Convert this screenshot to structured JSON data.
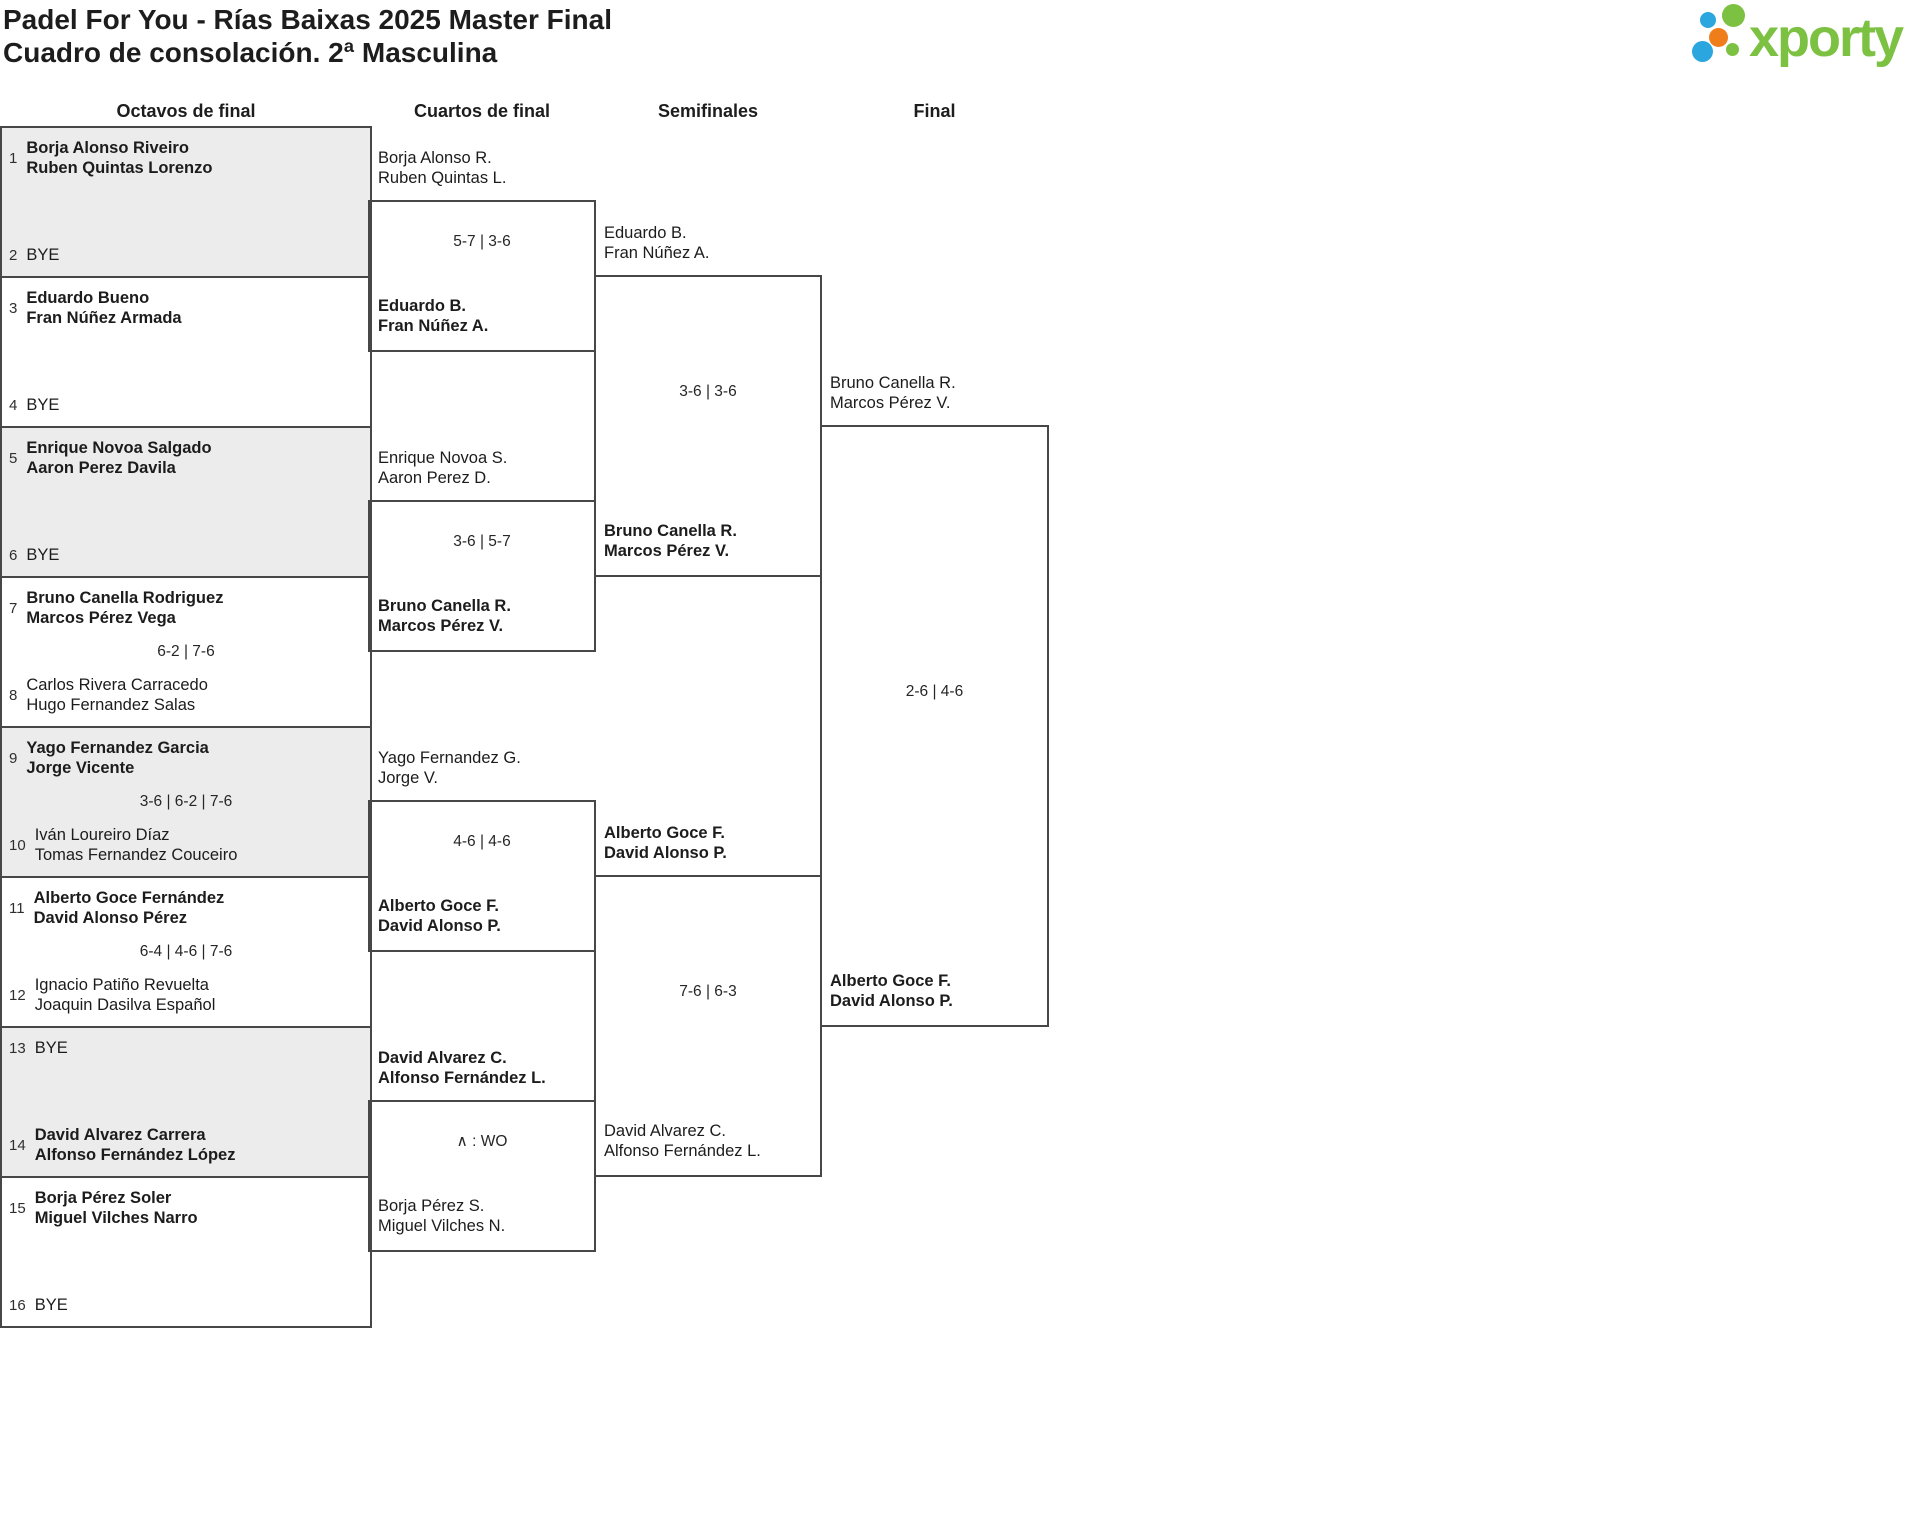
{
  "header": {
    "title": "Padel For You - Rías Baixas 2025 Master Final",
    "subtitle": "Cuadro de consolación. 2ª Masculina",
    "logo_text": "xporty"
  },
  "columns": [
    "Octavos de final",
    "Cuartos de final",
    "Semifinales",
    "Final"
  ],
  "colors": {
    "logo_green": "#7cc142",
    "logo_blue": "#2ba6de",
    "logo_orange": "#ef7d1a",
    "match_shade": "#ececec",
    "line": "#474747"
  },
  "bracket": {
    "r16": [
      {
        "score": "",
        "slots": [
          {
            "seed": "1",
            "players": [
              "Borja Alonso Riveiro",
              "Ruben Quintas Lorenzo"
            ],
            "winner": true
          },
          {
            "seed": "2",
            "players": [
              "BYE"
            ],
            "winner": false
          }
        ]
      },
      {
        "score": "",
        "slots": [
          {
            "seed": "3",
            "players": [
              "Eduardo Bueno",
              "Fran Núñez Armada"
            ],
            "winner": true
          },
          {
            "seed": "4",
            "players": [
              "BYE"
            ],
            "winner": false
          }
        ]
      },
      {
        "score": "",
        "slots": [
          {
            "seed": "5",
            "players": [
              "Enrique Novoa Salgado",
              "Aaron Perez Davila"
            ],
            "winner": true
          },
          {
            "seed": "6",
            "players": [
              "BYE"
            ],
            "winner": false
          }
        ]
      },
      {
        "score": "6-2 | 7-6",
        "slots": [
          {
            "seed": "7",
            "players": [
              "Bruno Canella Rodriguez",
              "Marcos Pérez Vega"
            ],
            "winner": true
          },
          {
            "seed": "8",
            "players": [
              "Carlos Rivera Carracedo",
              "Hugo Fernandez Salas"
            ],
            "winner": false
          }
        ]
      },
      {
        "score": "3-6 | 6-2 | 7-6",
        "slots": [
          {
            "seed": "9",
            "players": [
              "Yago Fernandez Garcia",
              "Jorge Vicente"
            ],
            "winner": true
          },
          {
            "seed": "10",
            "players": [
              "Iván Loureiro Díaz",
              "Tomas Fernandez Couceiro"
            ],
            "winner": false
          }
        ]
      },
      {
        "score": "6-4 | 4-6 | 7-6",
        "slots": [
          {
            "seed": "11",
            "players": [
              "Alberto Goce Fernández",
              "David Alonso Pérez"
            ],
            "winner": true
          },
          {
            "seed": "12",
            "players": [
              "Ignacio Patiño Revuelta",
              "Joaquin Dasilva Español"
            ],
            "winner": false
          }
        ]
      },
      {
        "score": "",
        "slots": [
          {
            "seed": "13",
            "players": [
              "BYE"
            ],
            "winner": false
          },
          {
            "seed": "14",
            "players": [
              "David Alvarez Carrera",
              "Alfonso Fernández López"
            ],
            "winner": true
          }
        ]
      },
      {
        "score": "",
        "slots": [
          {
            "seed": "15",
            "players": [
              "Borja Pérez Soler",
              "Miguel Vilches Narro"
            ],
            "winner": true
          },
          {
            "seed": "16",
            "players": [
              "BYE"
            ],
            "winner": false
          }
        ]
      }
    ],
    "qf": [
      {
        "score": "5-7 | 3-6",
        "top": {
          "players": [
            "Borja Alonso R.",
            "Ruben Quintas L."
          ],
          "winner": false
        },
        "bottom": {
          "players": [
            "Eduardo B.",
            "Fran Núñez A."
          ],
          "winner": true
        }
      },
      {
        "score": "3-6 | 5-7",
        "top": {
          "players": [
            "Enrique Novoa S.",
            "Aaron Perez D."
          ],
          "winner": false
        },
        "bottom": {
          "players": [
            "Bruno Canella R.",
            "Marcos Pérez V."
          ],
          "winner": true
        }
      },
      {
        "score": "4-6 | 4-6",
        "top": {
          "players": [
            "Yago Fernandez G.",
            "Jorge V."
          ],
          "winner": false
        },
        "bottom": {
          "players": [
            "Alberto Goce F.",
            "David Alonso P."
          ],
          "winner": true
        }
      },
      {
        "score": "∧ : WO",
        "top": {
          "players": [
            "David Alvarez C.",
            "Alfonso Fernández L."
          ],
          "winner": true
        },
        "bottom": {
          "players": [
            "Borja Pérez S.",
            "Miguel Vilches N."
          ],
          "winner": false
        }
      }
    ],
    "sf": [
      {
        "score": "3-6 | 3-6",
        "top": {
          "players": [
            "Eduardo B.",
            "Fran Núñez A."
          ],
          "winner": false
        },
        "bottom": {
          "players": [
            "Bruno Canella R.",
            "Marcos Pérez V."
          ],
          "winner": true
        }
      },
      {
        "score": "7-6 | 6-3",
        "top": {
          "players": [
            "Alberto Goce F.",
            "David Alonso P."
          ],
          "winner": true
        },
        "bottom": {
          "players": [
            "David Alvarez C.",
            "Alfonso Fernández L."
          ],
          "winner": false
        }
      }
    ],
    "final": {
      "score": "2-6 | 4-6",
      "top": {
        "players": [
          "Bruno Canella R.",
          "Marcos Pérez V."
        ],
        "winner": false
      },
      "bottom": {
        "players": [
          "Alberto Goce F.",
          "David Alonso P."
        ],
        "winner": true
      }
    }
  }
}
